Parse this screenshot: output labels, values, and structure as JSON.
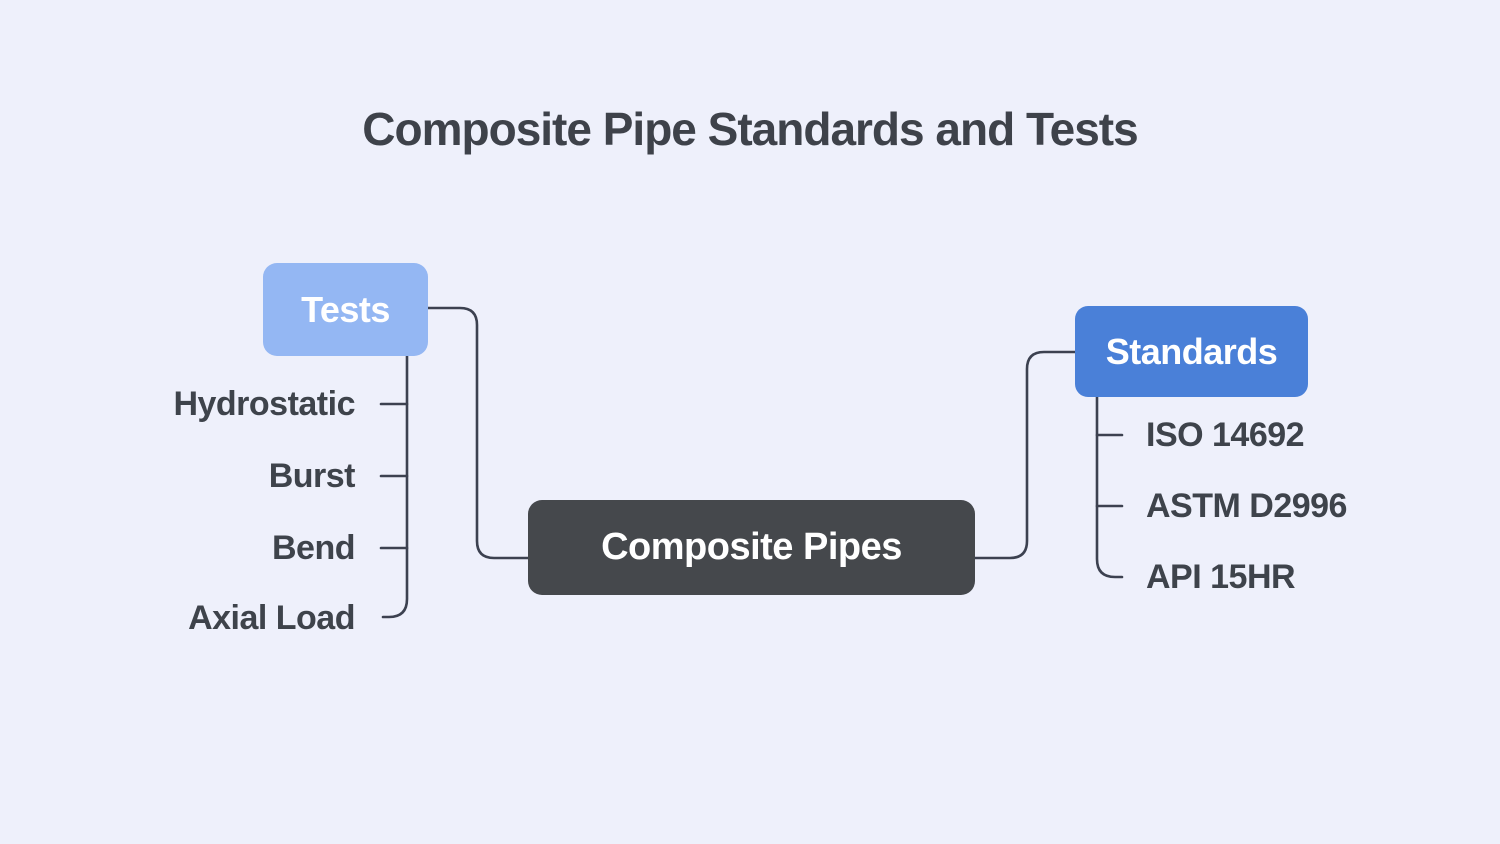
{
  "title": "Composite Pipe Standards and Tests",
  "diagram": {
    "root": {
      "label": "Composite Pipes"
    },
    "left_branch": {
      "label": "Tests",
      "children": [
        {
          "label": "Hydrostatic"
        },
        {
          "label": "Burst"
        },
        {
          "label": "Bend"
        },
        {
          "label": "Axial Load"
        }
      ]
    },
    "right_branch": {
      "label": "Standards",
      "children": [
        {
          "label": "ISO 14692"
        },
        {
          "label": "ASTM D2996"
        },
        {
          "label": "API 15HR"
        }
      ]
    }
  },
  "colors": {
    "background": "#eef0fb",
    "root_node_fill": "#45484c",
    "left_branch_node_fill": "#94b7f3",
    "right_branch_node_fill": "#4a80d8",
    "node_text": "#ffffff",
    "leaf_text": "#3e434b",
    "title_text": "#3e424a",
    "connector_line": "#3c4150"
  }
}
